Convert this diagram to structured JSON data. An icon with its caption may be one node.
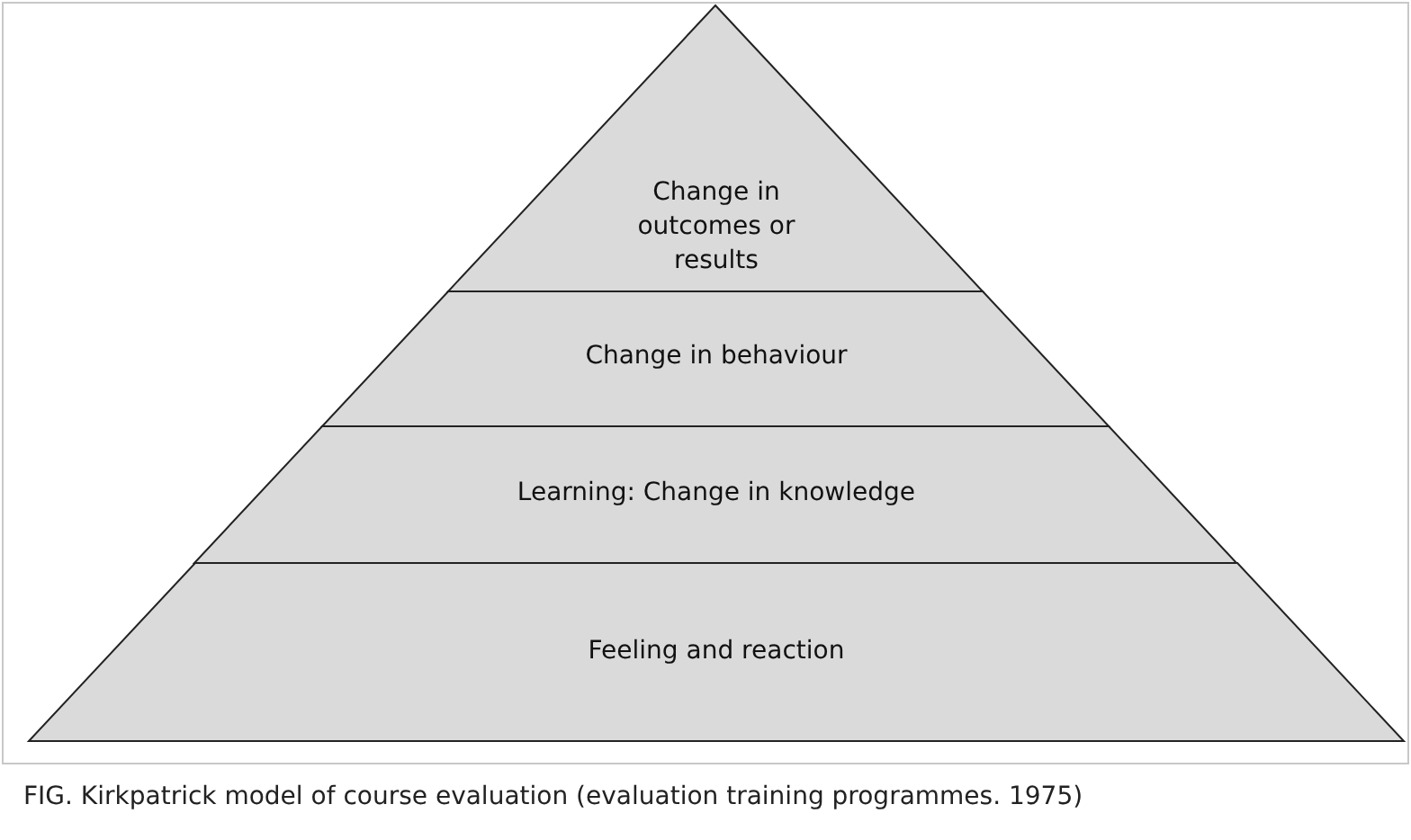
{
  "diagram": {
    "caption": "FIG.  Kirkpatrick model of course evaluation (evaluation training programmes. 1975)",
    "nodes": [
      {
        "text": [
          "Change in outcomes or results"
        ]
      },
      {
        "text": [
          "Change in behaviour"
        ]
      },
      {
        "text": [
          "Learning: Change in knowledge"
        ]
      },
      {
        "text": [
          "Feeling and reaction"
        ]
      }
    ]
  }
}
